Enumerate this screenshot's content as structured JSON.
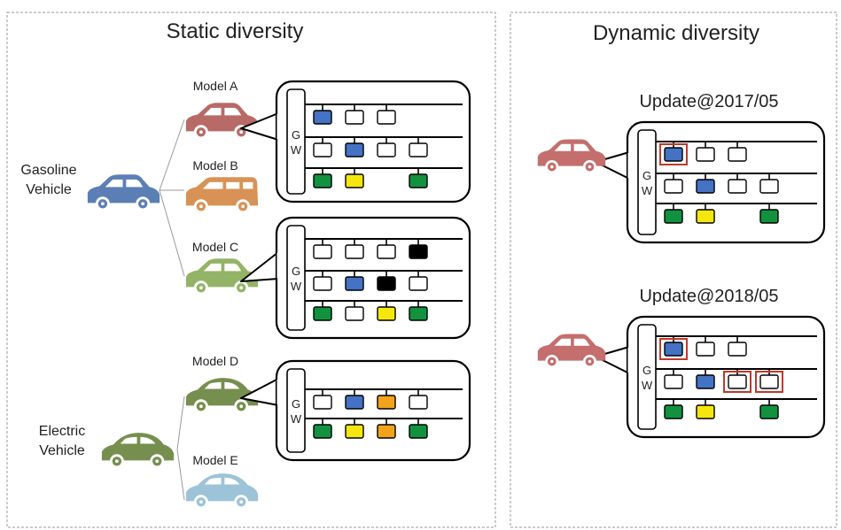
{
  "panels": {
    "static": {
      "title": "Static diversity"
    },
    "dynamic": {
      "title": "Dynamic diversity"
    }
  },
  "vehicles": {
    "gasoline": {
      "label_line1": "Gasoline",
      "label_line2": "Vehicle",
      "color": "#5b7fb5"
    },
    "electric": {
      "label_line1": "Electric",
      "label_line2": "Vehicle",
      "color": "#768f4e"
    }
  },
  "models": {
    "a": {
      "label": "Model A",
      "color": "#b86a66"
    },
    "b": {
      "label": "Model B",
      "color": "#d99255"
    },
    "c": {
      "label": "Model C",
      "color": "#93b466"
    },
    "d": {
      "label": "Model D",
      "color": "#768f4e"
    },
    "e": {
      "label": "Model E",
      "color": "#9cc3d8"
    }
  },
  "gateway": {
    "line1": "G",
    "line2": "W"
  },
  "updates": {
    "u2017": {
      "label": "Update@2017/05"
    },
    "u2018": {
      "label": "Update@2018/05"
    }
  },
  "colors": {
    "blue": "#4472c4",
    "green": "#12923e",
    "yellow": "#f5e60f",
    "orange": "#f2a31b",
    "black": "#000000",
    "white": "#ffffff",
    "highlight": "#c0392b",
    "dynamic_car": "#c46e6e"
  }
}
